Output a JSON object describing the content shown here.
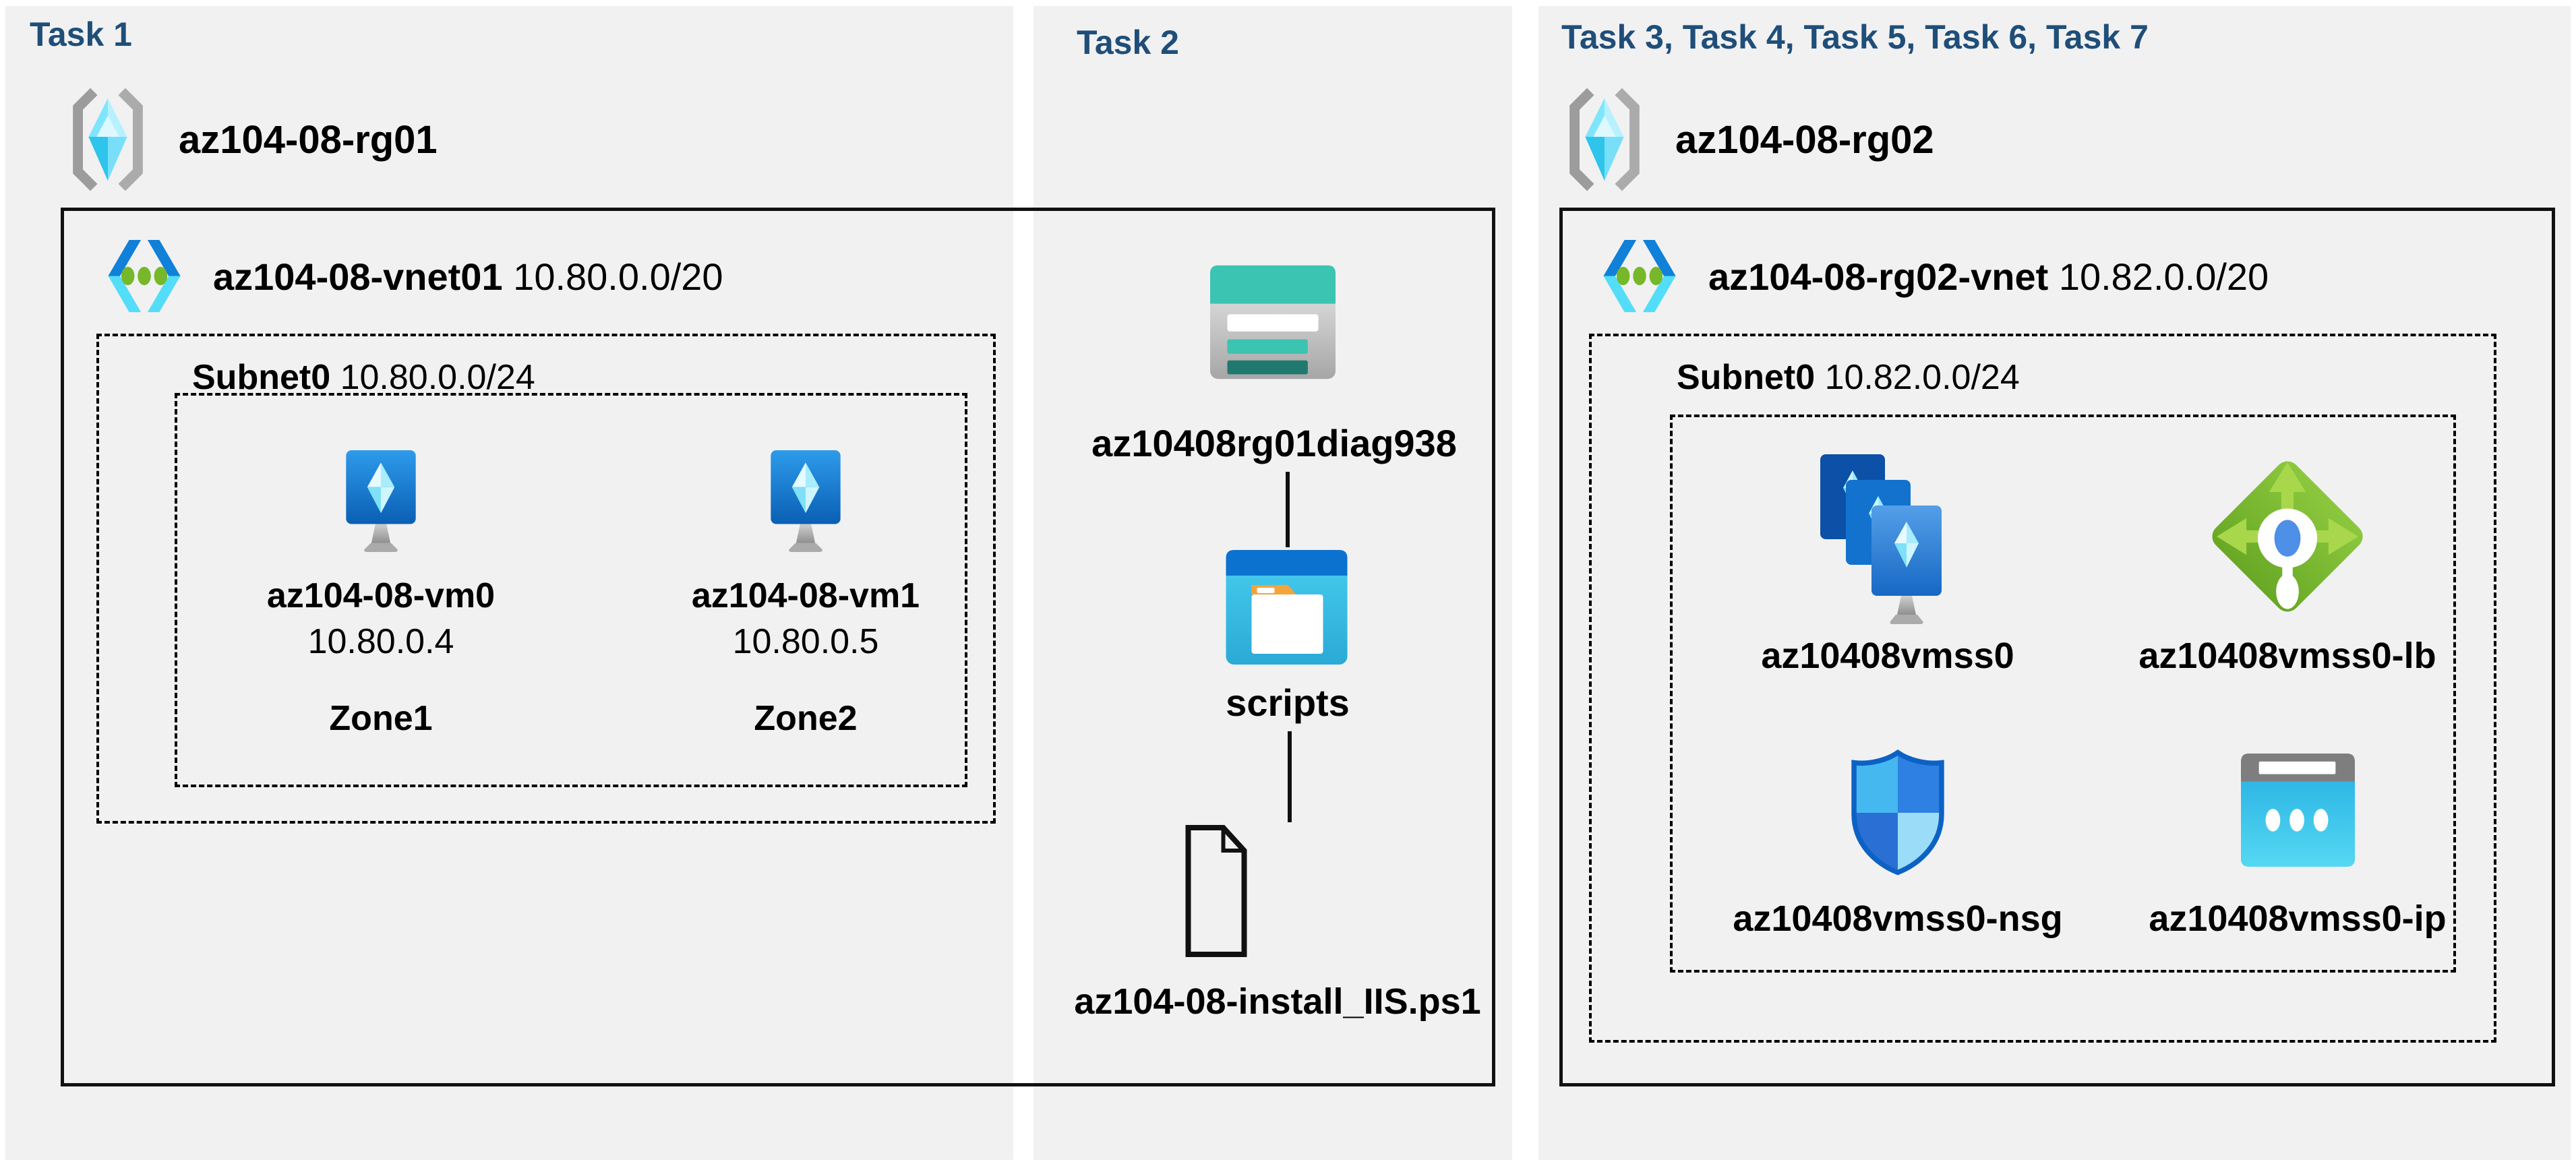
{
  "panels": {
    "task1": {
      "header": "Task 1",
      "resource_group": "az104-08-rg01",
      "vnet": {
        "name": "az104-08-vnet01",
        "cidr": "10.80.0.0/20"
      },
      "subnet": {
        "name": "Subnet0",
        "cidr": "10.80.0.0/24"
      },
      "vms": [
        {
          "name": "az104-08-vm0",
          "ip": "10.80.0.4",
          "zone": "Zone1"
        },
        {
          "name": "az104-08-vm1",
          "ip": "10.80.0.5",
          "zone": "Zone2"
        }
      ]
    },
    "task2": {
      "header": "Task 2",
      "storage_account": "az10408rg01diag938",
      "container": "scripts",
      "script_file": "az104-08-install_IIS.ps1"
    },
    "task3": {
      "header": "Task 3, Task 4, Task 5, Task 6, Task 7",
      "resource_group": "az104-08-rg02",
      "vnet": {
        "name": "az104-08-rg02-vnet",
        "cidr": "10.82.0.0/20"
      },
      "subnet": {
        "name": "Subnet0",
        "cidr": "10.82.0.0/24"
      },
      "resources": [
        {
          "name": "az10408vmss0",
          "type": "vm-scale-set"
        },
        {
          "name": "az10408vmss0-lb",
          "type": "load-balancer"
        },
        {
          "name": "az10408vmss0-nsg",
          "type": "network-security-group"
        },
        {
          "name": "az10408vmss0-ip",
          "type": "public-ip"
        }
      ]
    }
  },
  "icons": [
    "resource-group-icon",
    "virtual-network-icon",
    "virtual-machine-icon",
    "storage-account-icon",
    "blob-container-icon",
    "script-file-icon",
    "vm-scale-set-icon",
    "load-balancer-icon",
    "nsg-shield-icon",
    "public-ip-icon"
  ],
  "colors": {
    "header_text": "#1F4E79",
    "panel_bg": "#F1F1F2",
    "azure_blue": "#0078D4",
    "cyan": "#50E6FF",
    "storage_teal": "#3BC4B1",
    "storage_dark_teal": "#20796F",
    "vnet_green_dot": "#76B82A",
    "lb_green": "#7FBF2E",
    "folder_orange": "#F5A33B",
    "line_black": "#111111"
  }
}
